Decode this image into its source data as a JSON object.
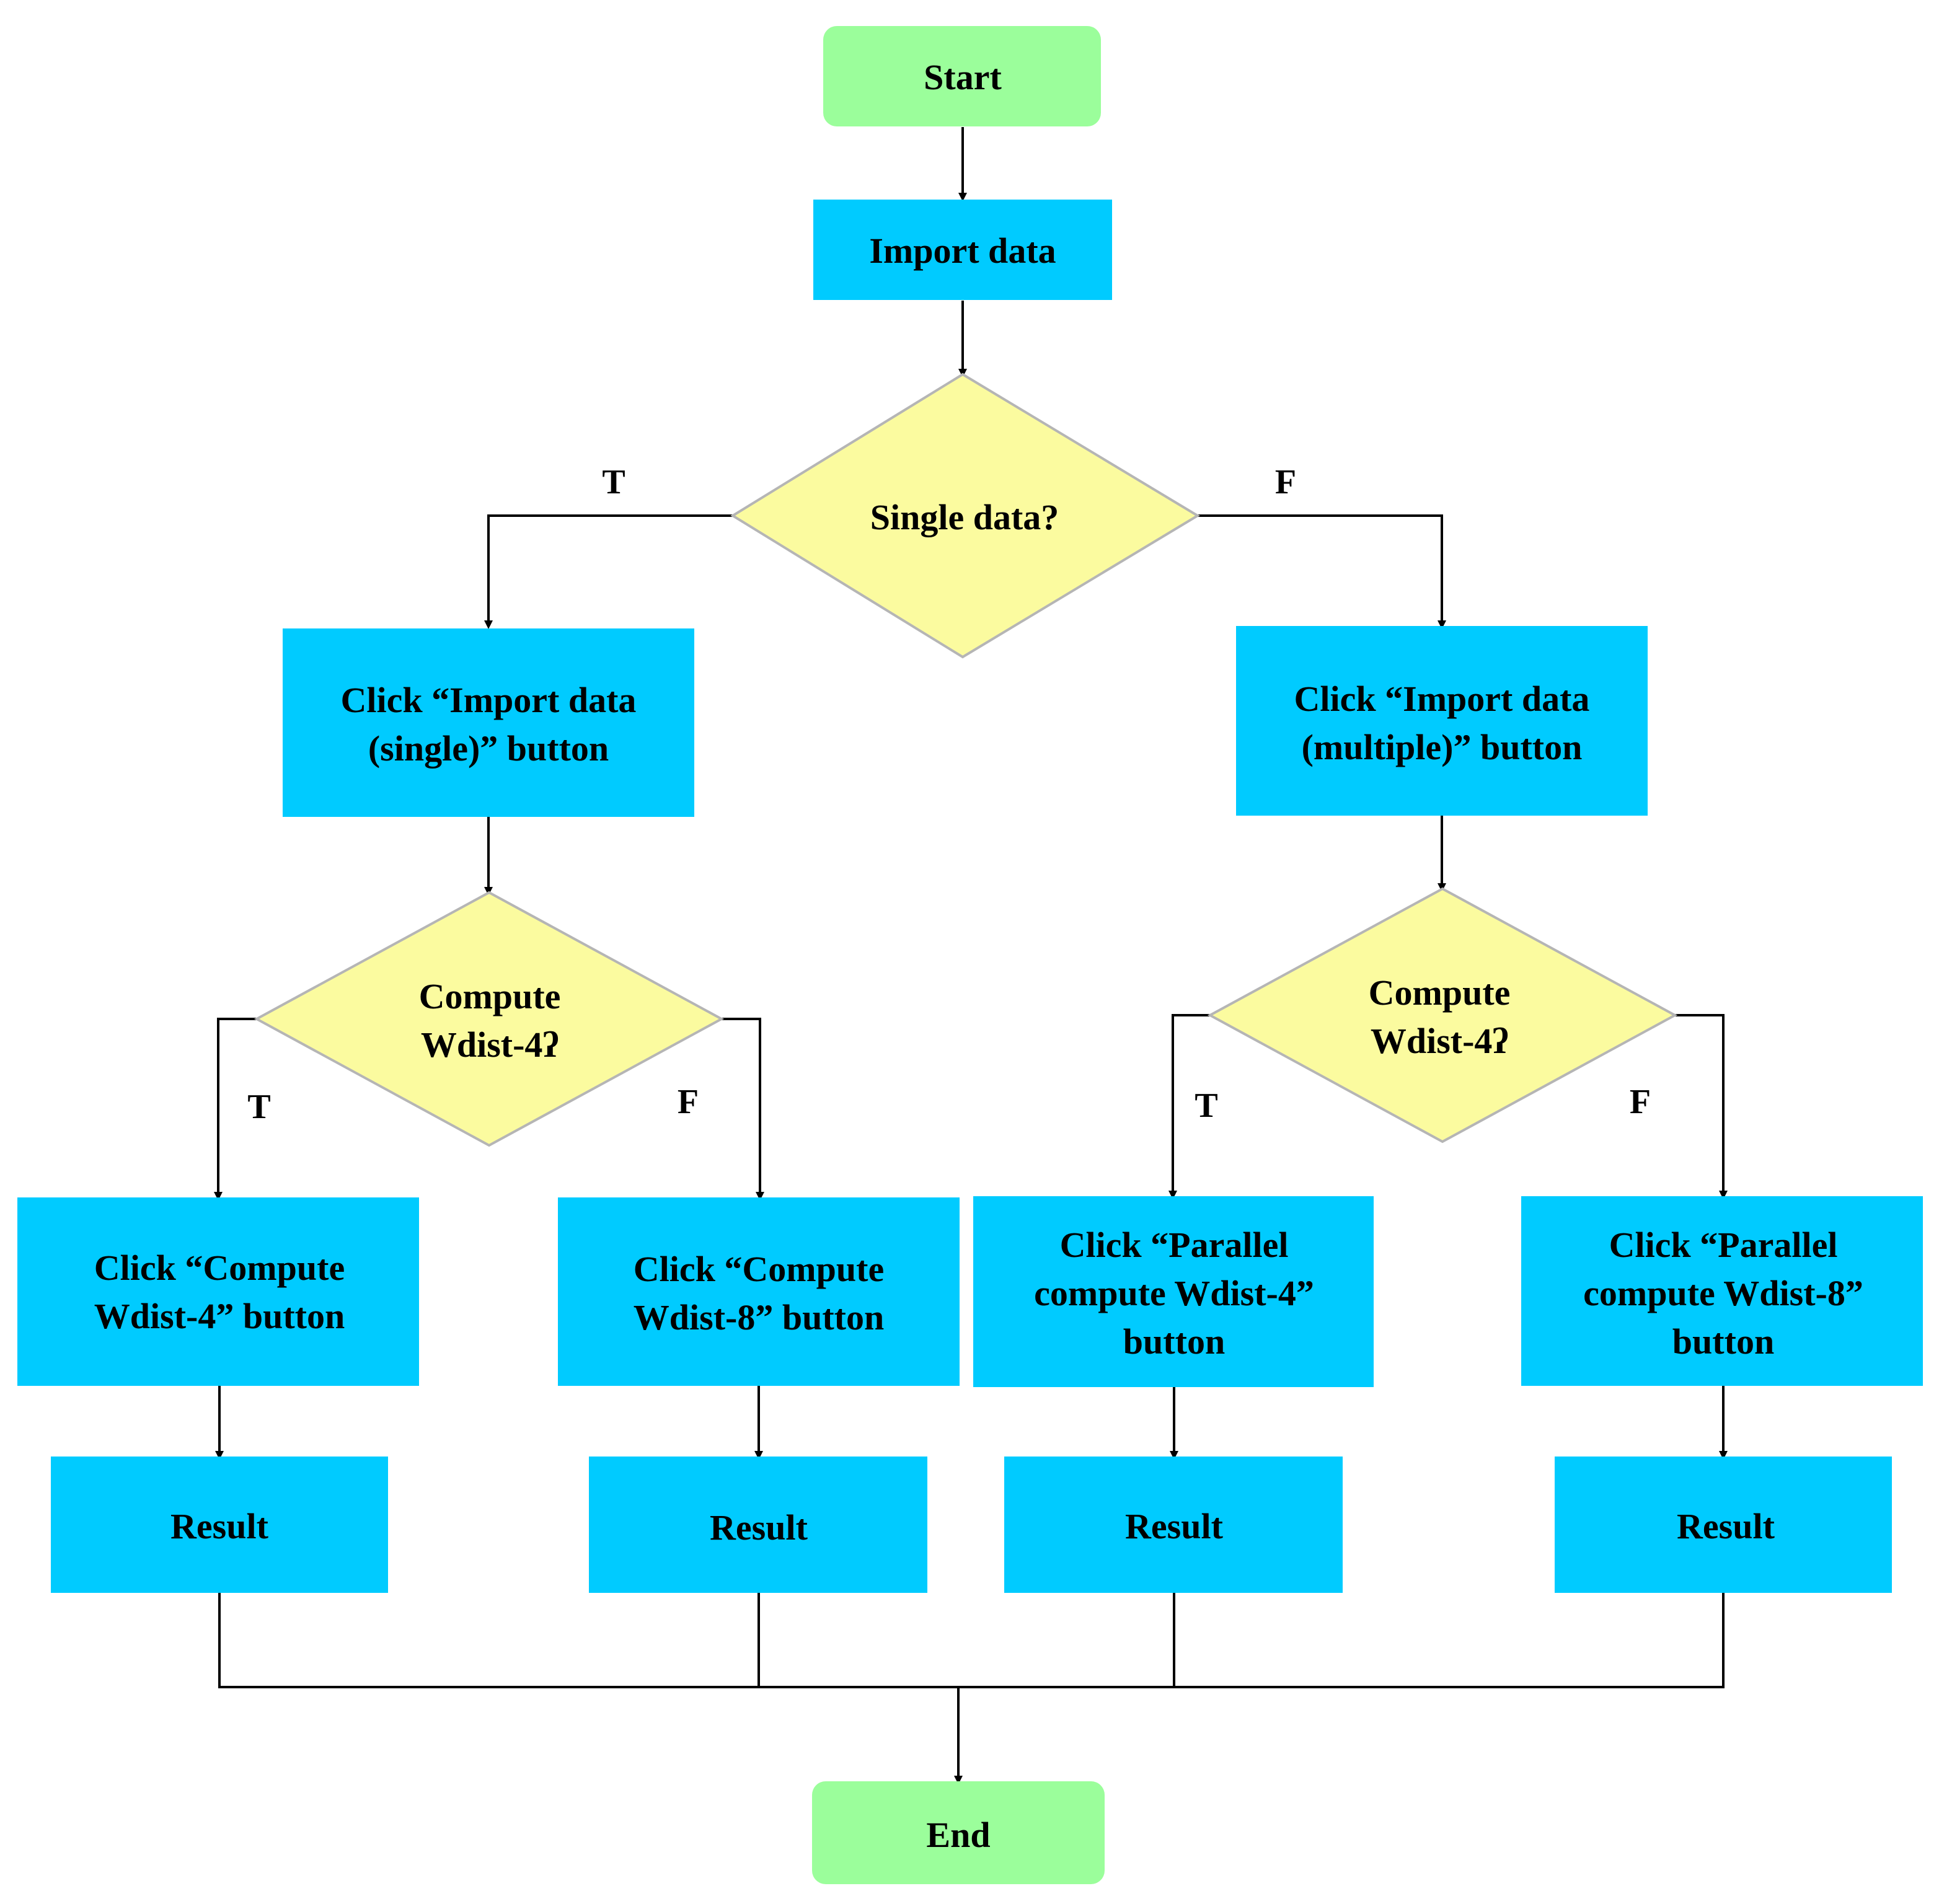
{
  "colors": {
    "terminal": "#9bfe9b",
    "process": "#00cbff",
    "decision": "#fbfb9f",
    "decision_stroke": "#b5b5b5",
    "edge": "#000000"
  },
  "nodes": {
    "start": {
      "lines": [
        "Start"
      ]
    },
    "import": {
      "lines": [
        "Import data"
      ]
    },
    "single": {
      "lines": [
        "Single data?"
      ]
    },
    "imp_single": {
      "lines": [
        "Click “Import data",
        "(single)” button"
      ]
    },
    "imp_multi": {
      "lines": [
        "Click “Import data",
        "(multiple)” button"
      ]
    },
    "dec_left": {
      "lines": [
        "Compute",
        "Wdist-4ʔ"
      ]
    },
    "dec_right": {
      "lines": [
        "Compute",
        "Wdist-4ʔ"
      ]
    },
    "cw4": {
      "lines": [
        "Click “Compute",
        "Wdist-4” button"
      ]
    },
    "cw8": {
      "lines": [
        "Click “Compute",
        "Wdist-8” button"
      ]
    },
    "pcw4": {
      "lines": [
        "Click “Parallel",
        "compute Wdist-4”",
        "button"
      ]
    },
    "pcw8": {
      "lines": [
        "Click “Parallel",
        "compute Wdist-8”",
        "button"
      ]
    },
    "r1": {
      "lines": [
        "Result"
      ]
    },
    "r2": {
      "lines": [
        "Result"
      ]
    },
    "r3": {
      "lines": [
        "Result"
      ]
    },
    "r4": {
      "lines": [
        "Result"
      ]
    },
    "end": {
      "lines": [
        "End"
      ]
    }
  },
  "edge_labels": {
    "top_t": "T",
    "top_f": "F",
    "left_t": "T",
    "left_f": "F",
    "right_t": "T",
    "right_f": "F"
  }
}
